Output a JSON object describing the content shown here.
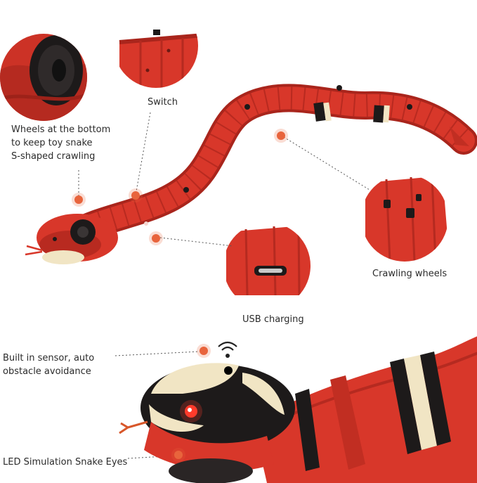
{
  "labels": {
    "switch": "Switch",
    "wheels_line1": "Wheels at the bottom",
    "wheels_line2": "to keep toy snake",
    "wheels_line3": "S-shaped crawling",
    "crawling_wheels": "Crawling wheels",
    "usb_charging": "USB charging",
    "sensor_line1": "Built in sensor, auto",
    "sensor_line2": "obstacle avoidance",
    "led_eyes": "LED Simulation Snake Eyes"
  },
  "colors": {
    "snake_red": "#d8372a",
    "snake_dark_red": "#a9251c",
    "band_black": "#1d1a1a",
    "band_cream": "#f1e5c4",
    "accent_orange": "#e8643c"
  }
}
